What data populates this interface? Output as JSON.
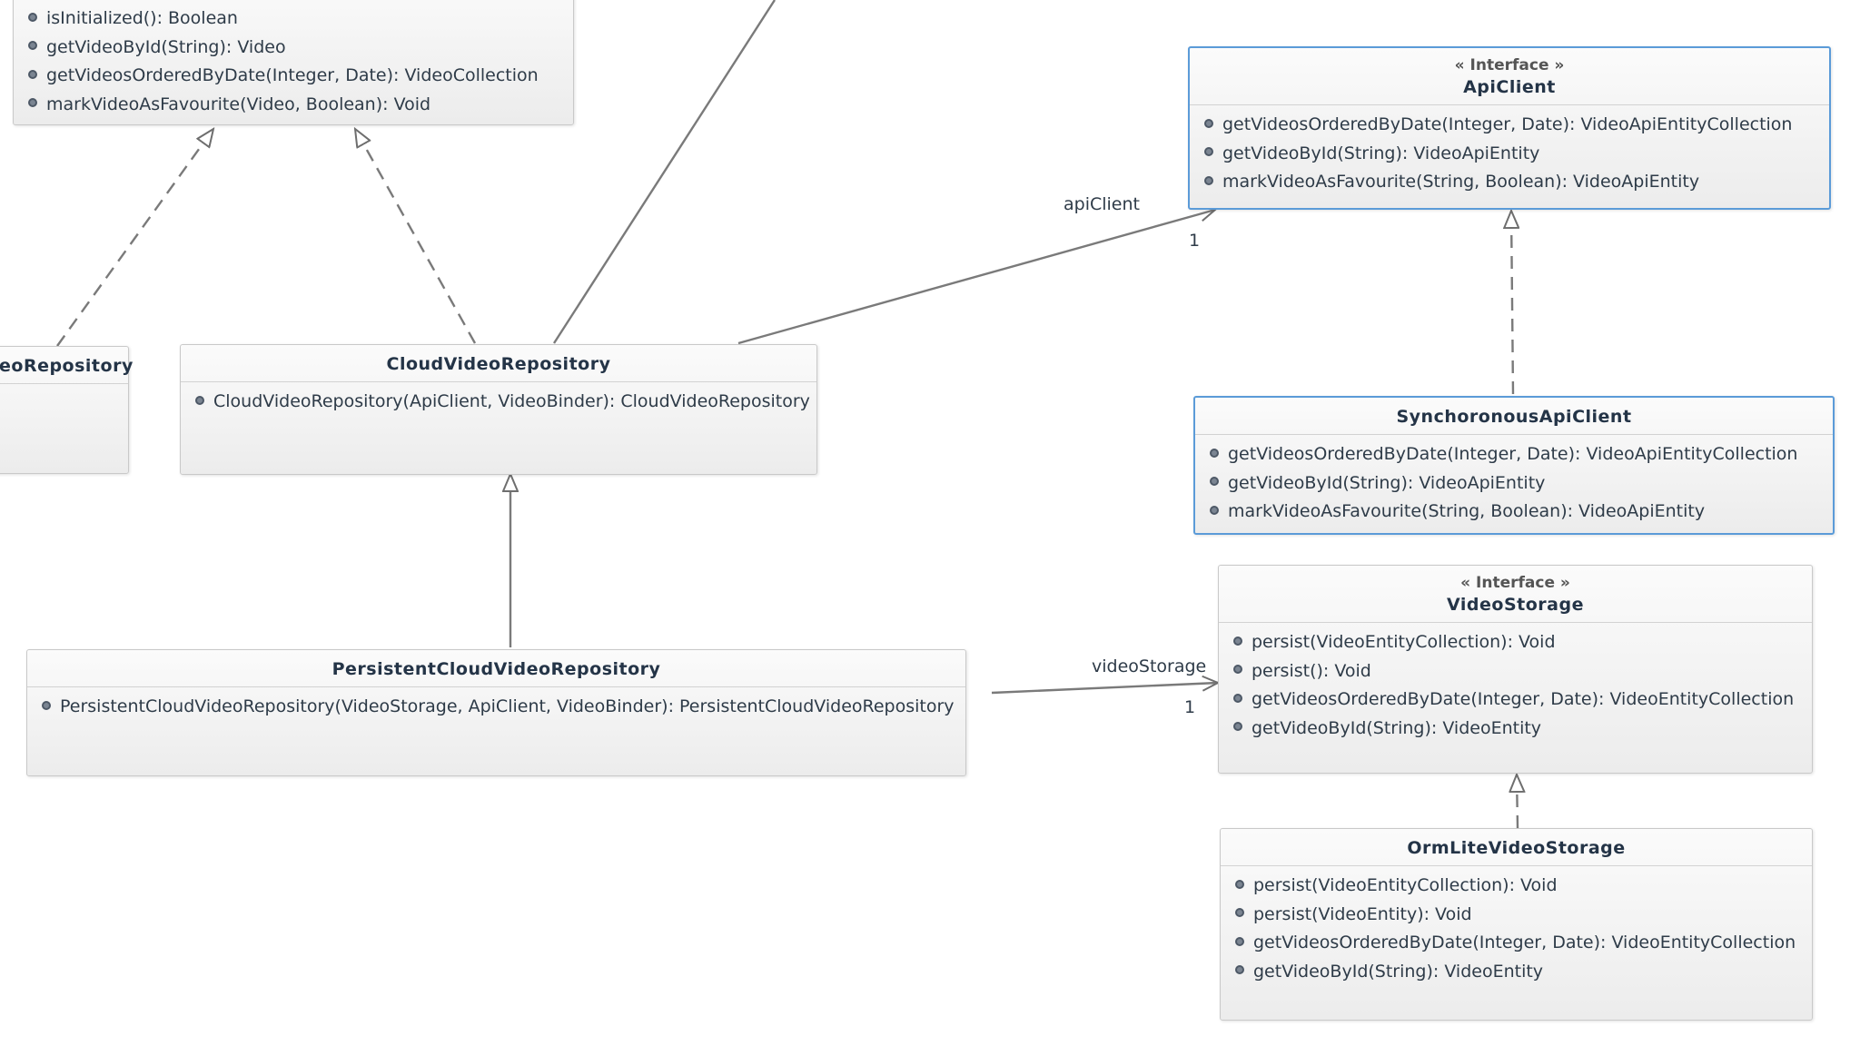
{
  "classes": {
    "top_left": {
      "methods": [
        "isInitialized(): Boolean",
        "getVideoById(String): Video",
        "getVideosOrderedByDate(Integer, Date): VideoCollection",
        "markVideoAsFavourite(Video, Boolean): Void"
      ]
    },
    "api_client": {
      "stereotype": "« Interface »",
      "name": "ApiClient",
      "methods": [
        "getVideosOrderedByDate(Integer, Date): VideoApiEntityCollection",
        "getVideoById(String): VideoApiEntity",
        "markVideoAsFavourite(String, Boolean): VideoApiEntity"
      ]
    },
    "eo_repository": {
      "name": "eoRepository"
    },
    "cloud_video_repository": {
      "name": "CloudVideoRepository",
      "methods": [
        "CloudVideoRepository(ApiClient, VideoBinder): CloudVideoRepository"
      ]
    },
    "synchoronous_api_client": {
      "name": "SynchoronousApiClient",
      "methods": [
        "getVideosOrderedByDate(Integer, Date): VideoApiEntityCollection",
        "getVideoById(String): VideoApiEntity",
        "markVideoAsFavourite(String, Boolean): VideoApiEntity"
      ]
    },
    "video_storage": {
      "stereotype": "« Interface »",
      "name": "VideoStorage",
      "methods": [
        "persist(VideoEntityCollection): Void",
        "persist(): Void",
        "getVideosOrderedByDate(Integer, Date): VideoEntityCollection",
        "getVideoById(String): VideoEntity"
      ]
    },
    "persistent_cloud_video_repository": {
      "name": "PersistentCloudVideoRepository",
      "methods": [
        "PersistentCloudVideoRepository(VideoStorage, ApiClient, VideoBinder): PersistentCloudVideoRepository"
      ]
    },
    "orm_lite_video_storage": {
      "name": "OrmLiteVideoStorage",
      "methods": [
        "persist(VideoEntityCollection): Void",
        "persist(VideoEntity): Void",
        "getVideosOrderedByDate(Integer, Date): VideoEntityCollection",
        "getVideoById(String): VideoEntity"
      ]
    }
  },
  "associations": {
    "api_client": {
      "role": "apiClient",
      "multiplicity": "1"
    },
    "video_storage": {
      "role": "videoStorage",
      "multiplicity": "1"
    }
  },
  "colors": {
    "selected_border": "#5b9bd8",
    "edge": "#6e6e6e"
  }
}
